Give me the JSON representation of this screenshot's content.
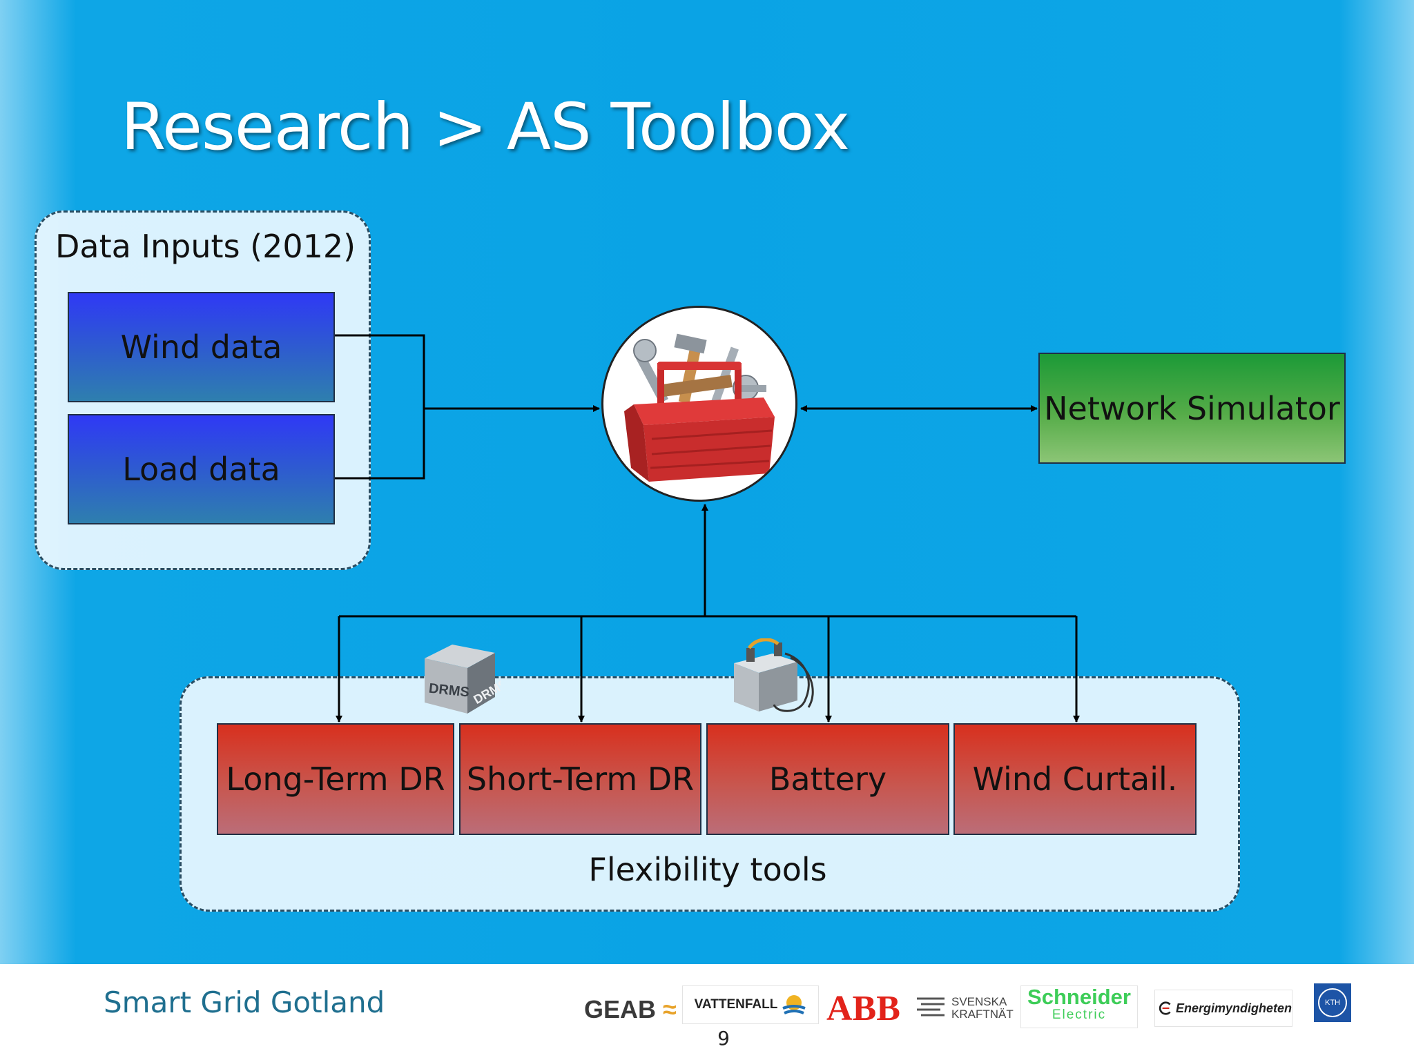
{
  "slide_title": "Research > AS Toolbox",
  "inputs": {
    "label": "Data Inputs (2012)",
    "wind": "Wind data",
    "load": "Load data"
  },
  "simulator": "Network Simulator",
  "flex": {
    "label": "Flexibility tools",
    "tools": [
      "Long-Term DR",
      "Short-Term DR",
      "Battery",
      "Wind Curtail."
    ],
    "drms_face1": "DRMS",
    "drms_face2": "DRMS"
  },
  "footer": {
    "brand": "Smart Grid Gotland",
    "page_number": "9",
    "logos": {
      "geab": "GEAB",
      "vattenfall": "VATTENFALL",
      "abb": "ABB",
      "svk_line1": "SVENSKA",
      "svk_line2": "KRAFTNÄT",
      "schneider": "Schneider",
      "electric": "Electric",
      "energi": "Energimyndigheten",
      "kth": "KTH"
    }
  },
  "colors": {
    "background": "#0aa3e5",
    "input_box": "#2f39f5",
    "tool_box": "#d8301e",
    "simulator_box": "#1c9a37",
    "brand_text": "#1f6f8f"
  }
}
